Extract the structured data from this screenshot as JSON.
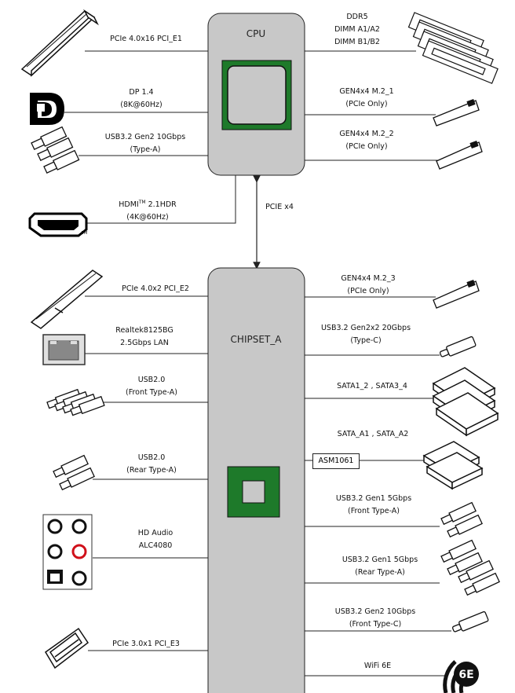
{
  "cpu": {
    "title": "CPU"
  },
  "chipset": {
    "title": "CHIPSET_A"
  },
  "link": {
    "label": "PCIE x4"
  },
  "cpu_left": {
    "pcie_e1": {
      "line1": "PCIe 4.0x16 PCI_E1"
    },
    "dp": {
      "line1": "DP 1.4",
      "line2": "(8K@60Hz)"
    },
    "usb_gen2": {
      "line1": "USB3.2 Gen2 10Gbps",
      "line2": "(Type-A)"
    },
    "hdmi": {
      "line1_pre": "HDMI",
      "line1_tm": "TM",
      "line1_post": " 2.1HDR",
      "line2": "(4K@60Hz)",
      "logo_tm": "TM"
    }
  },
  "cpu_right": {
    "ddr": {
      "line1": "DDR5",
      "line2": "DIMM A1/A2",
      "line3": "DIMM B1/B2"
    },
    "m2_1": {
      "line1": "GEN4x4 M.2_1",
      "line2": "(PCIe Only)"
    },
    "m2_2": {
      "line1": "GEN4x4 M.2_2",
      "line2": "(PCIe Only)"
    }
  },
  "chip_left": {
    "pcie_e2": {
      "line1": "PCIe 4.0x2 PCI_E2"
    },
    "lan": {
      "line1": "Realtek8125BG",
      "line2": "2.5Gbps LAN"
    },
    "usb2_front": {
      "line1": "USB2.0",
      "line2": "(Front Type-A)"
    },
    "usb2_rear": {
      "line1": "USB2.0",
      "line2": "(Rear Type-A)"
    },
    "audio": {
      "line1": "HD Audio",
      "line2": "ALC4080"
    },
    "pcie_e3": {
      "line1": "PCIe 3.0x1 PCI_E3"
    }
  },
  "chip_right": {
    "m2_3": {
      "line1": "GEN4x4 M.2_3",
      "line2": "(PCIe Only)"
    },
    "usb_2x2": {
      "line1": "USB3.2 Gen2x2 20Gbps",
      "line2": "(Type-C)"
    },
    "sata1": {
      "line1": "SATA1_2 , SATA3_4"
    },
    "sata_a": {
      "line1": "SATA_A1 , SATA_A2",
      "controller": "ASM1061"
    },
    "usb_gen1_front": {
      "line1": "USB3.2 Gen1 5Gbps",
      "line2": "(Front Type-A)"
    },
    "usb_gen1_rear": {
      "line1": "USB3.2 Gen1 5Gbps",
      "line2": "(Rear Type-A)"
    },
    "usb_gen2_front": {
      "line1": "USB3.2 Gen2 10Gbps",
      "line2": "(Front Type-C)"
    },
    "wifi": {
      "line1": "WiFi 6E",
      "badge": "6E"
    }
  },
  "colors": {
    "chip_fill": "#c8c8c8",
    "die_green": "#1e7a2a",
    "line": "#222222",
    "audio_red": "#d0101a"
  }
}
